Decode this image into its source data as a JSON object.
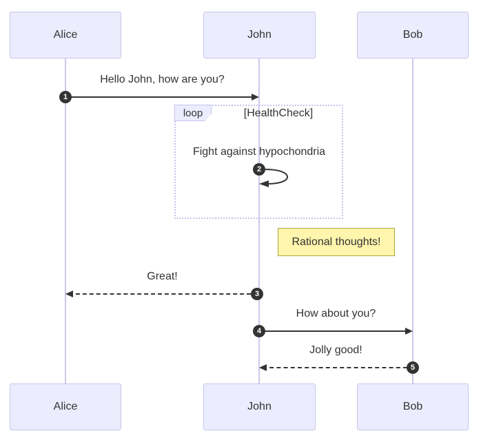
{
  "actors": [
    {
      "name": "Alice"
    },
    {
      "name": "John"
    },
    {
      "name": "Bob"
    }
  ],
  "messages": [
    {
      "seq": "1",
      "text": "Hello John, how are you?",
      "from": "Alice",
      "to": "John",
      "arrow": "solid"
    },
    {
      "seq": "2",
      "text": "Fight against hypochondria",
      "from": "John",
      "to": "John",
      "arrow": "self"
    },
    {
      "seq": "3",
      "text": "Great!",
      "from": "John",
      "to": "Alice",
      "arrow": "dashed"
    },
    {
      "seq": "4",
      "text": "How about you?",
      "from": "John",
      "to": "Bob",
      "arrow": "solid"
    },
    {
      "seq": "5",
      "text": "Jolly good!",
      "from": "Bob",
      "to": "John",
      "arrow": "dashed"
    }
  ],
  "loop": {
    "label": "loop",
    "condition": "[HealthCheck]"
  },
  "note": {
    "text": "Rational thoughts!"
  },
  "colors": {
    "actor_fill": "#ECECFF",
    "actor_border": "#c5c5e8",
    "lifeline": "#ccc7ea",
    "arrow": "#333333",
    "text": "#333333",
    "loop_border": "#c3c3f0",
    "loop_label_fill": "#ECECFF",
    "note_fill": "#FFF5AD",
    "note_border": "#AAAA33",
    "seq_badge_fill": "#333333",
    "seq_badge_text": "#ffffff"
  }
}
